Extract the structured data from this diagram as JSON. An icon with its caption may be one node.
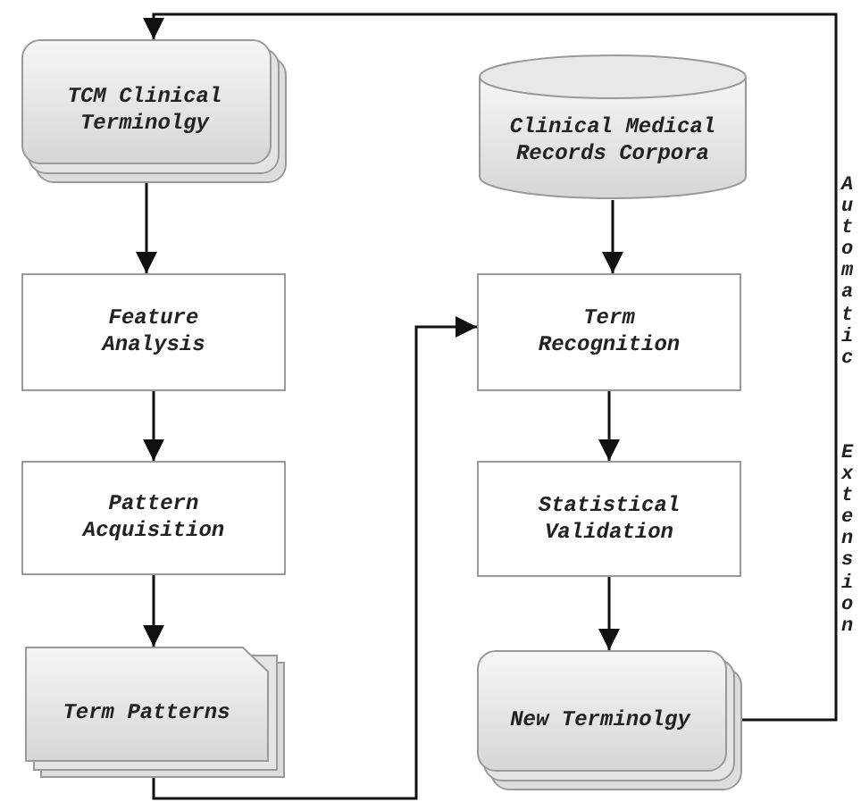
{
  "diagram": {
    "nodes": [
      {
        "text": [
          "TCM Clinical Terminolgy"
        ]
      },
      {
        "text": [
          "Feature Analysis"
        ]
      },
      {
        "text": [
          "Pattern Acquisition"
        ]
      },
      {
        "text": [
          "Term Patterns"
        ]
      },
      {
        "text": [
          "Clinical Medical Records Corpora"
        ]
      },
      {
        "text": [
          "Term Recognition"
        ]
      },
      {
        "text": [
          "Statistical Validation"
        ]
      },
      {
        "text": [
          "New Terminolgy"
        ]
      }
    ],
    "edges": [
      {
        "from": 0,
        "to": 1,
        "arrow": "to"
      },
      {
        "from": 1,
        "to": 2,
        "arrow": "to"
      },
      {
        "from": 2,
        "to": 3,
        "arrow": "to"
      },
      {
        "from": 4,
        "to": 5,
        "arrow": "to"
      },
      {
        "from": 5,
        "to": 6,
        "arrow": "to"
      },
      {
        "from": 6,
        "to": 7,
        "arrow": "to"
      },
      {
        "from": 3,
        "to": 5,
        "arrow": "to"
      },
      {
        "from": 7,
        "to": 0,
        "arrow": "to"
      }
    ],
    "labels": [
      "Automatic",
      "Extension"
    ]
  }
}
